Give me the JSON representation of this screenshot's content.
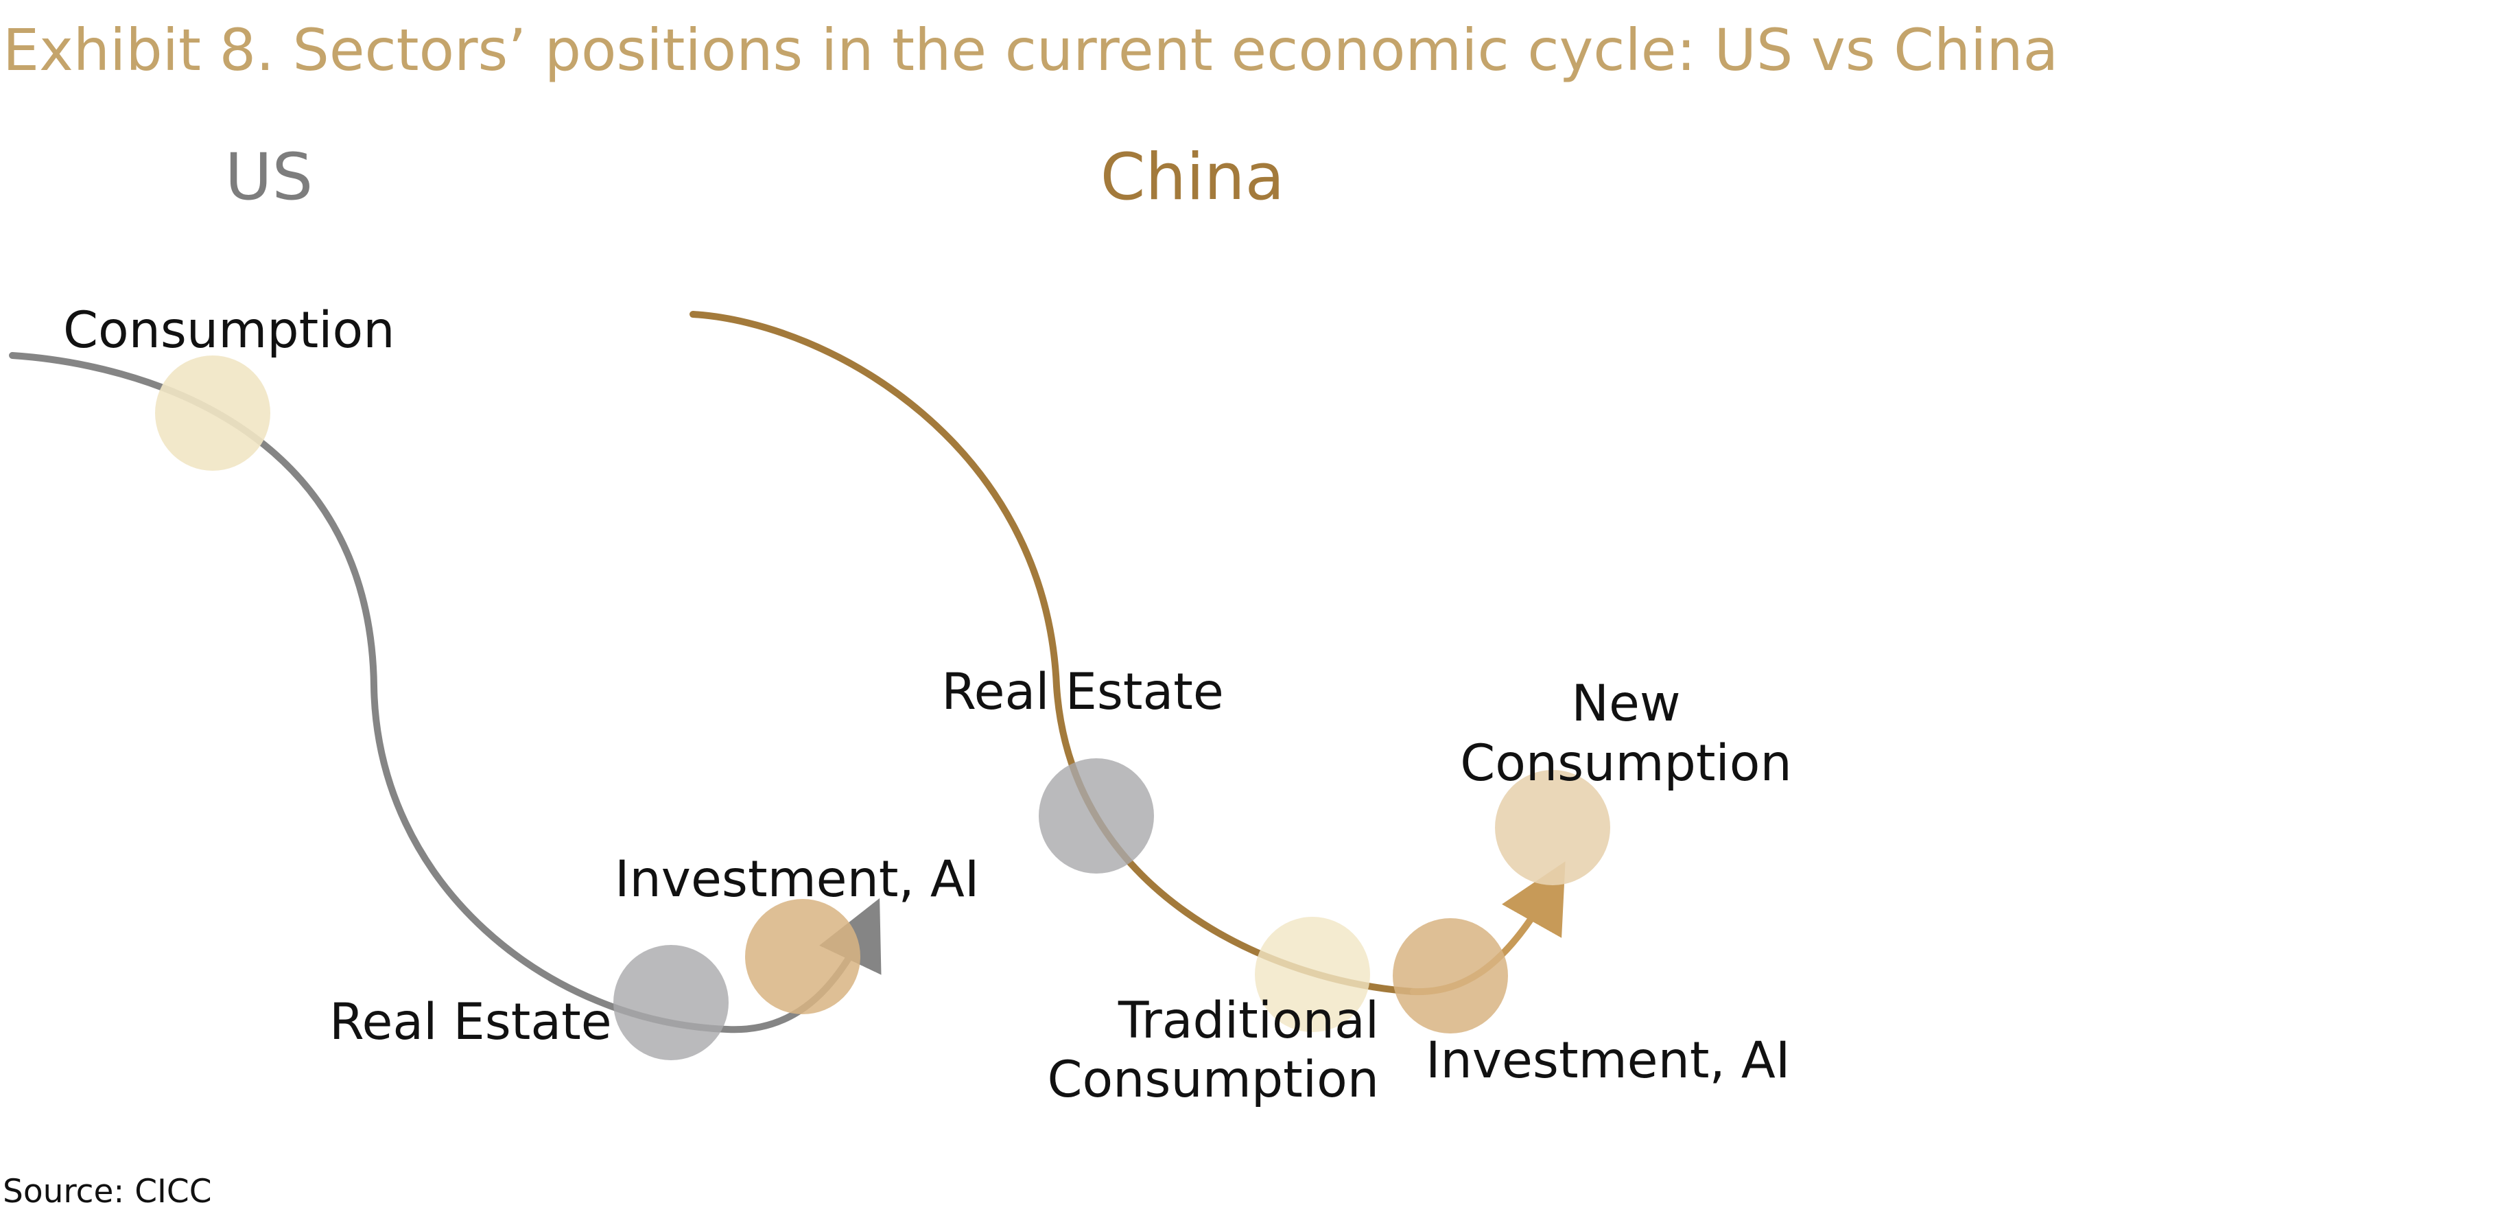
{
  "title": "Exhibit 8. Sectors’ positions in the current economic cycle: US vs China",
  "source": "Source: CICC",
  "us": {
    "panel_title": "US",
    "labels": {
      "consumption": "Consumption",
      "real_estate": "Real Estate",
      "investment_ai": "Investment, AI"
    }
  },
  "china": {
    "panel_title": "China",
    "labels": {
      "real_estate": "Real Estate",
      "traditional_consumption": [
        "Traditional",
        "Consumption"
      ],
      "investment_ai": "Investment, AI",
      "new_consumption": [
        "New",
        "Consumption"
      ]
    }
  },
  "colors": {
    "title": "#c4a46b",
    "us_curve": "#858585",
    "us_title": "#7d7d7d",
    "china_curve": "#a37a3b",
    "china_title": "#a37a3b",
    "china_arrow": "#c79a58",
    "consumption_bubble": "#f1e6c4",
    "real_estate_bubble": "#a9a9ab",
    "investment_bubble": "#d8b483",
    "new_consumption_bubble": "#e8d3b0"
  }
}
